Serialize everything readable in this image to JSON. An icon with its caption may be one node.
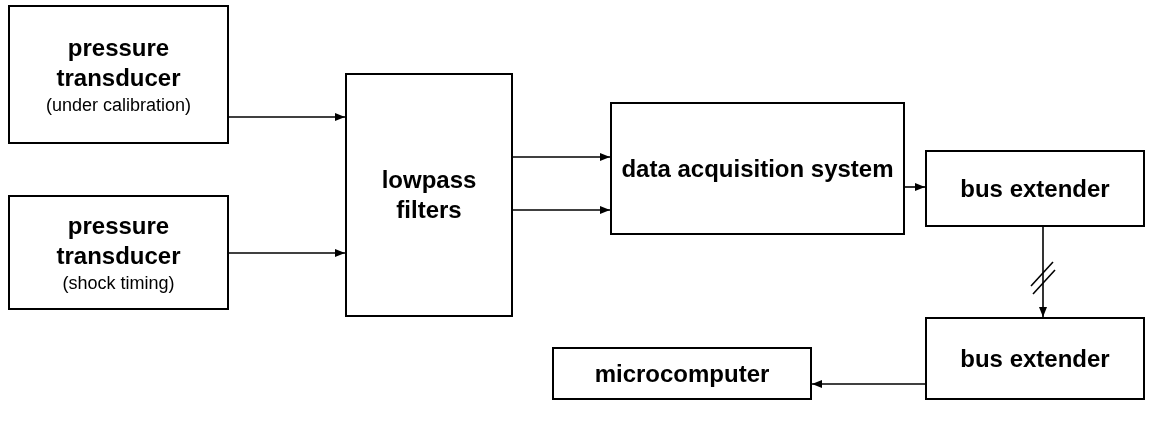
{
  "diagram": {
    "nodes": [
      {
        "text": [
          "pressure transducer",
          "(under calibration)"
        ]
      },
      {
        "text": [
          "pressure transducer",
          "(shock timing)"
        ]
      },
      {
        "text": [
          "lowpass filters"
        ]
      },
      {
        "text": [
          "data acquisition system"
        ]
      },
      {
        "text": [
          "bus extender"
        ]
      },
      {
        "text": [
          "bus extender"
        ]
      },
      {
        "text": [
          "microcomputer"
        ]
      }
    ],
    "edges": [
      {
        "from": 0,
        "to": 2,
        "arrow": "to"
      },
      {
        "from": 1,
        "to": 2,
        "arrow": "to"
      },
      {
        "from": 2,
        "to": 3,
        "arrow": "to"
      },
      {
        "from": 2,
        "to": 3,
        "arrow": "to"
      },
      {
        "from": 3,
        "to": 4,
        "arrow": "to"
      },
      {
        "from": 4,
        "to": 5,
        "arrow": "to"
      },
      {
        "from": 5,
        "to": 6,
        "arrow": "to"
      }
    ]
  }
}
